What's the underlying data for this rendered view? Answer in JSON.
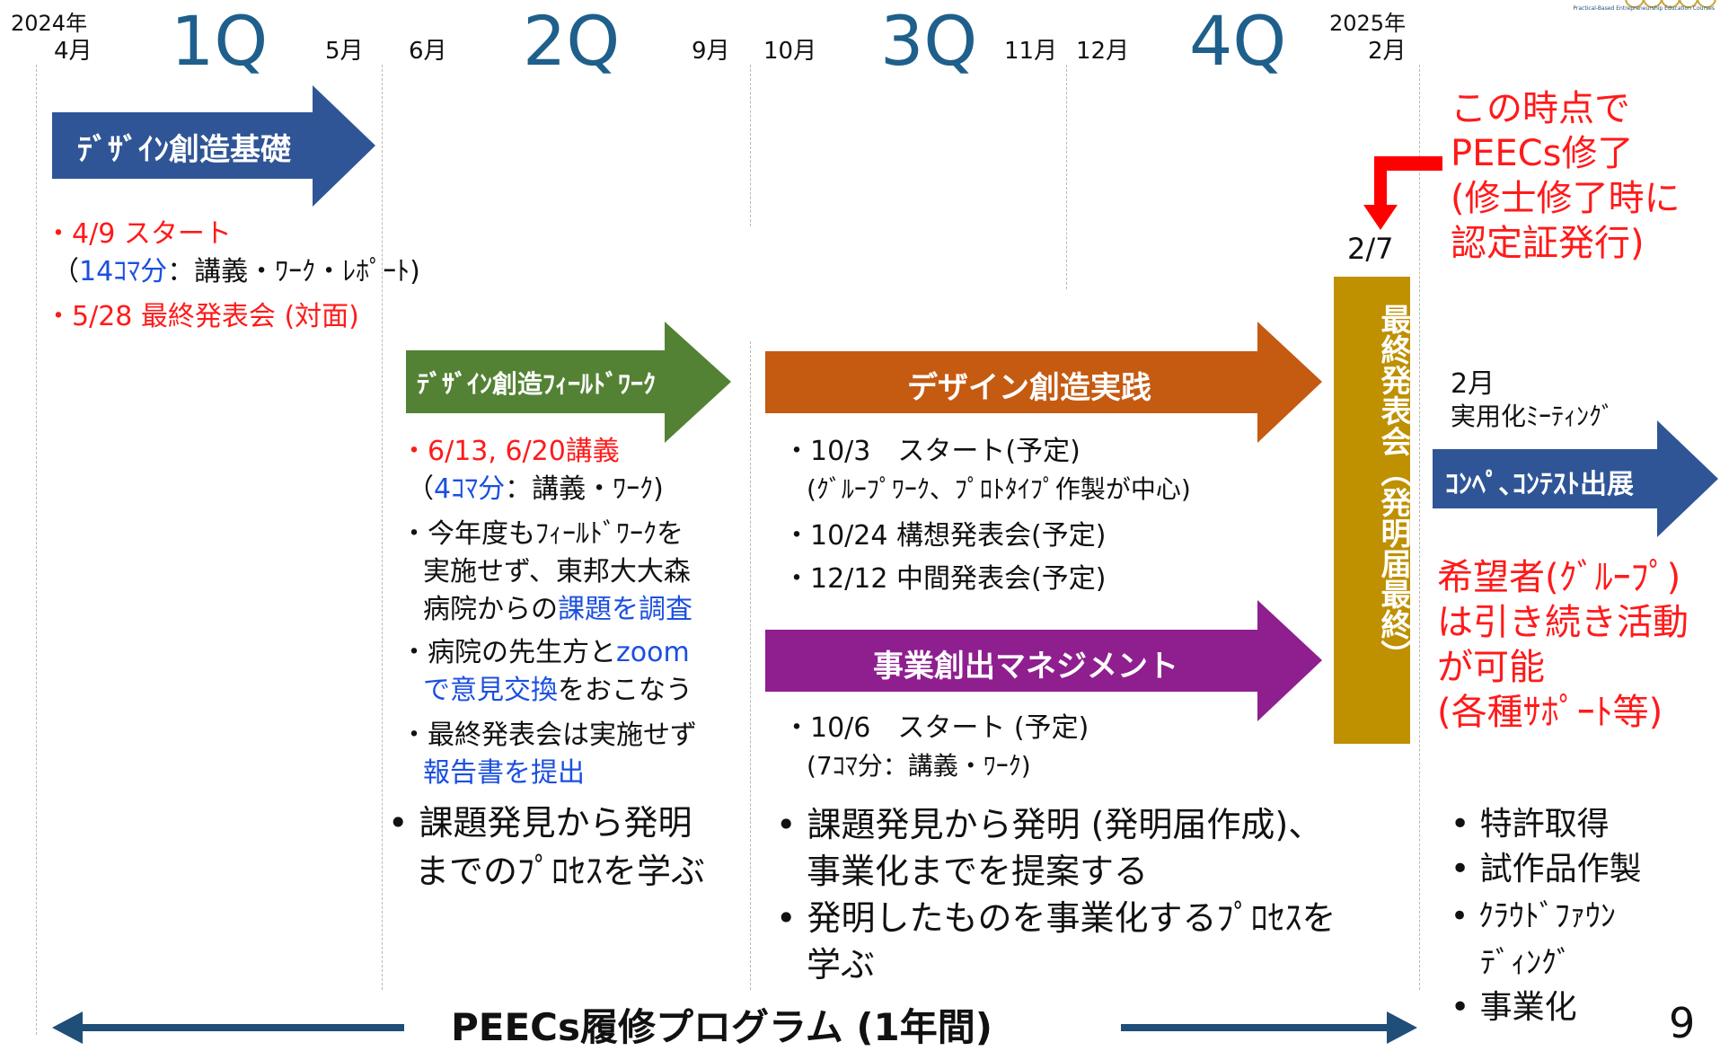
{
  "header": {
    "start_year": "2024年",
    "start_month": "4月",
    "q1": "1Q",
    "m_may": "5月",
    "m_jun": "6月",
    "q2": "2Q",
    "m_sep": "9月",
    "m_oct": "10月",
    "q3": "3Q",
    "m_nov": "11月",
    "m_dec": "12月",
    "q4": "4Q",
    "end_year": "2025年",
    "end_month": "2月",
    "logo_text": "Practical-Based Entrepreneurship Education Courses"
  },
  "q1": {
    "arrow_label": "ﾃﾞｻﾞｲﾝ創造基礎",
    "item1": "・4/9 スタート",
    "item2_open": "（",
    "item2_blue": "14ｺﾏ分",
    "item2_rest": "：講義・ﾜｰｸ・ﾚﾎﾟｰﾄ)",
    "item3": "・5/28 最終発表会 (対面)"
  },
  "q2": {
    "arrow_label": "ﾃﾞｻﾞｲﾝ創造ﾌｨｰﾙﾄﾞﾜｰｸ",
    "item1": "・6/13, 6/20講義",
    "item2_open": "（",
    "item2_blue": "4ｺﾏ分",
    "item2_rest": "：講義・ﾜｰｸ)",
    "b1_l1": "・今年度もﾌｨｰﾙﾄﾞﾜｰｸを",
    "b1_l2": "実施せず、東邦大大森",
    "b1_l3a": "病院からの",
    "b1_l3b": "課題を調査",
    "b2_l1a": "・病院の先生方と",
    "b2_l1b": "zoom",
    "b2_l2a": "で意見交換",
    "b2_l2b": "をおこなう",
    "b3_l1": "・最終発表会は実施せず",
    "b3_l2": "報告書を提出",
    "goal_l1": "• 課題発見から発明",
    "goal_l2": "までのﾌﾟﾛｾｽを学ぶ"
  },
  "q3": {
    "arrow1_label": "デザイン創造実践",
    "a1_item1": "・10/3　スタート(予定)",
    "a1_item2": "(ｸﾞﾙｰﾌﾟﾜｰｸ、ﾌﾟﾛﾄﾀｲﾌﾟ作製が中心)",
    "a1_item3": "・10/24 構想発表会(予定)",
    "a1_item4": "・12/12 中間発表会(予定)",
    "arrow2_label": "事業創出マネジメント",
    "a2_item1": "・10/6　スタート (予定)",
    "a2_item2": "(7ｺﾏ分：講義・ﾜｰｸ)",
    "goal1_l1": "• 課題発見から発明 (発明届作成)、",
    "goal1_l2": "事業化までを提案する",
    "goal2_l1": "• 発明したものを事業化するﾌﾟﾛｾｽを",
    "goal2_l2": "学ぶ"
  },
  "final": {
    "date": "2/7",
    "label": "最終発表会（発明届最終）"
  },
  "right": {
    "note_l1": "この時点で",
    "note_l2": "PEECs修了",
    "note_l3": "(修士修了時に",
    "note_l4": "認定証発行)",
    "feb": "2月",
    "meeting": "実用化ﾐｰﾃｨﾝｸﾞ",
    "arrow_label": "ｺﾝﾍﾟ､ｺﾝﾃｽﾄ出展",
    "hope_l1": "希望者(ｸﾞﾙｰﾌﾟ)",
    "hope_l2": "は引き続き活動",
    "hope_l3": "が可能",
    "hope_l4": "(各種ｻﾎﾟｰﾄ等)",
    "b1": "• 特許取得",
    "b2": "• 試作品作製",
    "b3_l1": "• ｸﾗｳﾄﾞﾌｧｳﾝ",
    "b3_l2": "ﾃﾞｨﾝｸﾞ",
    "b4": "• 事業化"
  },
  "footer": {
    "program": "PEECs履修プログラム (1年間)",
    "page_number": "9"
  },
  "colors": {
    "q_text": "#1f5f8b",
    "blue_arrow": "#2f5597",
    "green_arrow": "#548235",
    "orange_arrow": "#c55a11",
    "purple_arrow": "#8f1f8f",
    "gold_box": "#bf9000",
    "red": "#ff1a1a",
    "navy_line": "#1f4e79"
  }
}
